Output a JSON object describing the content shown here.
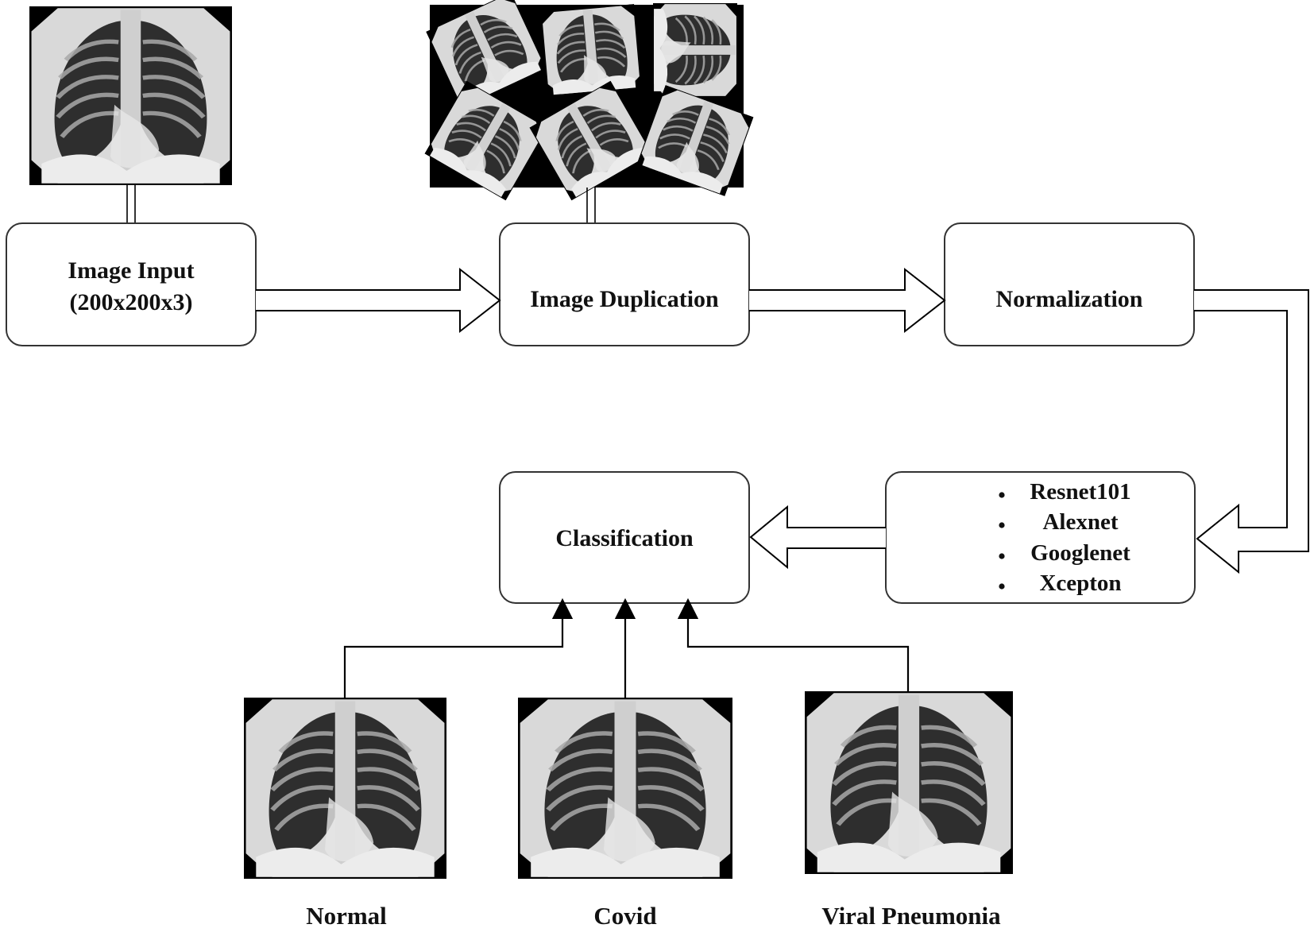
{
  "boxes": {
    "image_input": {
      "line1": "Image Input",
      "line2": "(200x200x3)"
    },
    "image_duplication": {
      "label": "Image Duplication"
    },
    "normalization": {
      "label": "Normalization"
    },
    "models": {
      "items": [
        "Resnet101",
        "Alexnet",
        "Googlenet",
        "Xcepton"
      ]
    },
    "classification": {
      "label": "Classification"
    }
  },
  "captions": {
    "normal": "Normal",
    "covid": "Covid",
    "viral_pneumonia": "Viral Pneumonia"
  },
  "icons": [
    "chest-xray-image",
    "hollow-arrow-icon",
    "arrowhead-icon"
  ]
}
